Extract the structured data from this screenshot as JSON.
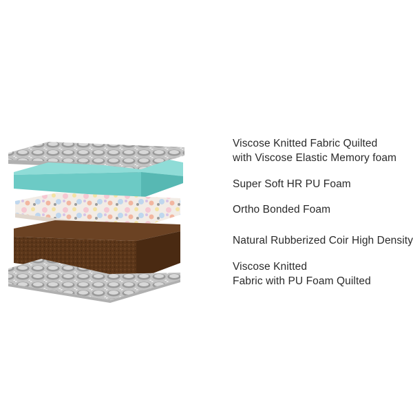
{
  "layers": [
    {
      "lines": [
        "Viscose Knitted Fabric Quilted",
        "with Viscose Elastic Memory foam"
      ],
      "material": "quilted-fabric"
    },
    {
      "lines": [
        "Super Soft HR PU Foam"
      ],
      "material": "hr-foam",
      "color": "#7fd3cf"
    },
    {
      "lines": [
        "Ortho Bonded Foam"
      ],
      "material": "bonded-foam"
    },
    {
      "lines": [
        "Natural Rubberized Coir  High Density"
      ],
      "material": "coir",
      "color": "#5a3518"
    },
    {
      "lines": [
        "Viscose Knitted",
        "Fabric with PU Foam Quilted"
      ],
      "material": "quilted-fabric"
    }
  ],
  "colors": {
    "background": "#ffffff",
    "text": "#2a2a2a",
    "fabric": "#c9c9c9",
    "foam_top": "#8fdcd7",
    "foam_side": "#5fc0bb",
    "coir_top": "#6b4223",
    "coir_side": "#4a2a12"
  }
}
